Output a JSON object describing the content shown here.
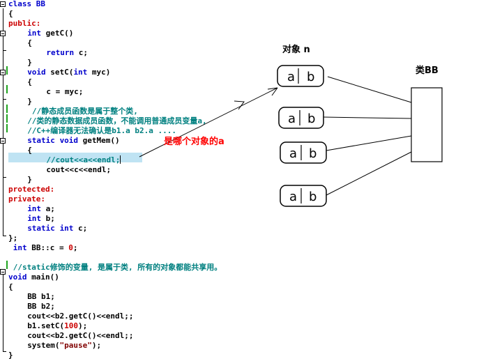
{
  "code": {
    "lines": [
      {
        "indent": 0,
        "tokens": [
          {
            "t": "class BB",
            "c": "kw"
          }
        ]
      },
      {
        "indent": 0,
        "tokens": [
          {
            "t": "{",
            "c": ""
          }
        ]
      },
      {
        "indent": 0,
        "tokens": [
          {
            "t": "public:",
            "c": "num"
          }
        ]
      },
      {
        "indent": 4,
        "tokens": [
          {
            "t": "int",
            "c": "kw"
          },
          {
            "t": " getC()",
            "c": ""
          }
        ]
      },
      {
        "indent": 4,
        "tokens": [
          {
            "t": "{",
            "c": ""
          }
        ]
      },
      {
        "indent": 8,
        "tokens": [
          {
            "t": "return",
            "c": "kw"
          },
          {
            "t": " c;",
            "c": ""
          }
        ]
      },
      {
        "indent": 4,
        "tokens": [
          {
            "t": "}",
            "c": ""
          }
        ]
      },
      {
        "indent": 4,
        "tokens": [
          {
            "t": "void",
            "c": "kw"
          },
          {
            "t": " setC(",
            "c": ""
          },
          {
            "t": "int",
            "c": "kw"
          },
          {
            "t": " myc)",
            "c": ""
          }
        ]
      },
      {
        "indent": 4,
        "tokens": [
          {
            "t": "{",
            "c": ""
          }
        ]
      },
      {
        "indent": 8,
        "tokens": [
          {
            "t": "c = myc;",
            "c": ""
          }
        ]
      },
      {
        "indent": 4,
        "tokens": [
          {
            "t": "}",
            "c": ""
          }
        ]
      },
      {
        "indent": 5,
        "tokens": [
          {
            "t": "//静态成员函数是属于整个类,",
            "c": "cm"
          }
        ]
      },
      {
        "indent": 4,
        "tokens": [
          {
            "t": "//类的静态数据成员函数，不能调用普通成员变量a,",
            "c": "cm"
          }
        ]
      },
      {
        "indent": 4,
        "tokens": [
          {
            "t": "//C++编译器无法确认是b1.a b2.a ....",
            "c": "cm"
          }
        ]
      },
      {
        "indent": 4,
        "tokens": [
          {
            "t": "static",
            "c": "kw"
          },
          {
            "t": " ",
            "c": ""
          },
          {
            "t": "void",
            "c": "kw"
          },
          {
            "t": " getMem()",
            "c": ""
          }
        ]
      },
      {
        "indent": 4,
        "tokens": [
          {
            "t": "{",
            "c": ""
          }
        ]
      },
      {
        "indent": 8,
        "tokens": [
          {
            "t": "//cout<<a<<endl;",
            "c": "cm"
          }
        ]
      },
      {
        "indent": 8,
        "tokens": [
          {
            "t": "cout<<c<<endl;",
            "c": ""
          }
        ]
      },
      {
        "indent": 4,
        "tokens": [
          {
            "t": "}",
            "c": ""
          }
        ]
      },
      {
        "indent": 0,
        "tokens": [
          {
            "t": "protected:",
            "c": "num"
          }
        ]
      },
      {
        "indent": 0,
        "tokens": [
          {
            "t": "private:",
            "c": "num"
          }
        ]
      },
      {
        "indent": 4,
        "tokens": [
          {
            "t": "int",
            "c": "kw"
          },
          {
            "t": " a;",
            "c": ""
          }
        ]
      },
      {
        "indent": 4,
        "tokens": [
          {
            "t": "int",
            "c": "kw"
          },
          {
            "t": " b;",
            "c": ""
          }
        ]
      },
      {
        "indent": 4,
        "tokens": [
          {
            "t": "static",
            "c": "kw"
          },
          {
            "t": " ",
            "c": ""
          },
          {
            "t": "int",
            "c": "kw"
          },
          {
            "t": " c;",
            "c": ""
          }
        ]
      },
      {
        "indent": 0,
        "tokens": [
          {
            "t": "};",
            "c": ""
          }
        ]
      },
      {
        "indent": 1,
        "tokens": [
          {
            "t": "int",
            "c": "kw"
          },
          {
            "t": " BB::c = ",
            "c": ""
          },
          {
            "t": "0",
            "c": "num"
          },
          {
            "t": ";",
            "c": ""
          }
        ]
      },
      {
        "indent": 0,
        "tokens": []
      },
      {
        "indent": 1,
        "tokens": [
          {
            "t": "//static修饰的变量, 是属于类, 所有的对象都能共享用。",
            "c": "cm"
          }
        ]
      },
      {
        "indent": 0,
        "tokens": [
          {
            "t": "void",
            "c": "kw"
          },
          {
            "t": " main()",
            "c": ""
          }
        ]
      },
      {
        "indent": 0,
        "tokens": [
          {
            "t": "{",
            "c": ""
          }
        ]
      },
      {
        "indent": 4,
        "tokens": [
          {
            "t": "BB b1;",
            "c": ""
          }
        ]
      },
      {
        "indent": 4,
        "tokens": [
          {
            "t": "BB b2;",
            "c": ""
          }
        ]
      },
      {
        "indent": 4,
        "tokens": [
          {
            "t": "cout<<b2.getC()<<endl;;",
            "c": ""
          }
        ]
      },
      {
        "indent": 4,
        "tokens": [
          {
            "t": "b1.setC(",
            "c": ""
          },
          {
            "t": "100",
            "c": "num"
          },
          {
            "t": ");",
            "c": ""
          }
        ]
      },
      {
        "indent": 4,
        "tokens": [
          {
            "t": "cout<<b2.getC()<<endl;;",
            "c": ""
          }
        ]
      },
      {
        "indent": 4,
        "tokens": [
          {
            "t": "system(",
            "c": ""
          },
          {
            "t": "\"pause\"",
            "c": "str"
          },
          {
            "t": ");",
            "c": ""
          }
        ]
      },
      {
        "indent": 0,
        "tokens": [
          {
            "t": "}",
            "c": ""
          }
        ]
      }
    ]
  },
  "annotations": {
    "objects_label": "对象 n",
    "class_label": "类BB",
    "question": "是哪个对象的a",
    "member_a": "a",
    "member_b": "b"
  },
  "colors": {
    "keyword": "#0000cc",
    "comment": "#008080",
    "number": "#cc0000",
    "selection": "#bfe3f3",
    "note": "#ff0000"
  }
}
